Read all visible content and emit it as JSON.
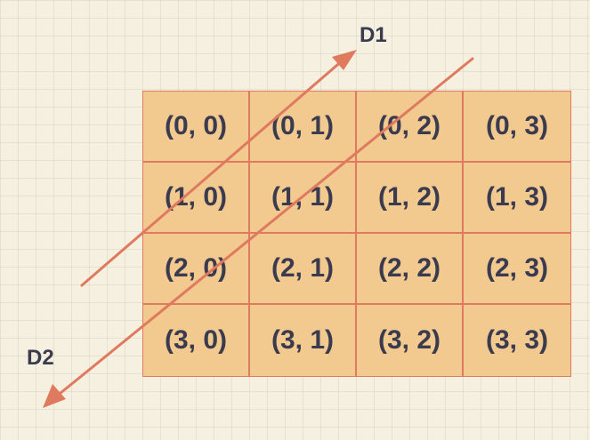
{
  "diagonals": {
    "d1_label": "D1",
    "d2_label": "D2"
  },
  "colors": {
    "background": "#f5f0e0",
    "cell_fill": "#f2c98e",
    "border": "#e07a5f",
    "arrow": "#e07a5f",
    "text": "#3a3b4e"
  },
  "grid": {
    "rows": [
      [
        "(0, 0)",
        "(0, 1)",
        "(0, 2)",
        "(0, 3)"
      ],
      [
        "(1, 0)",
        "(1, 1)",
        "(1, 2)",
        "(1, 3)"
      ],
      [
        "(2, 0)",
        "(2, 1)",
        "(2, 2)",
        "(2, 3)"
      ],
      [
        "(3, 0)",
        "(3, 1)",
        "(3, 2)",
        "(3, 3)"
      ]
    ]
  }
}
